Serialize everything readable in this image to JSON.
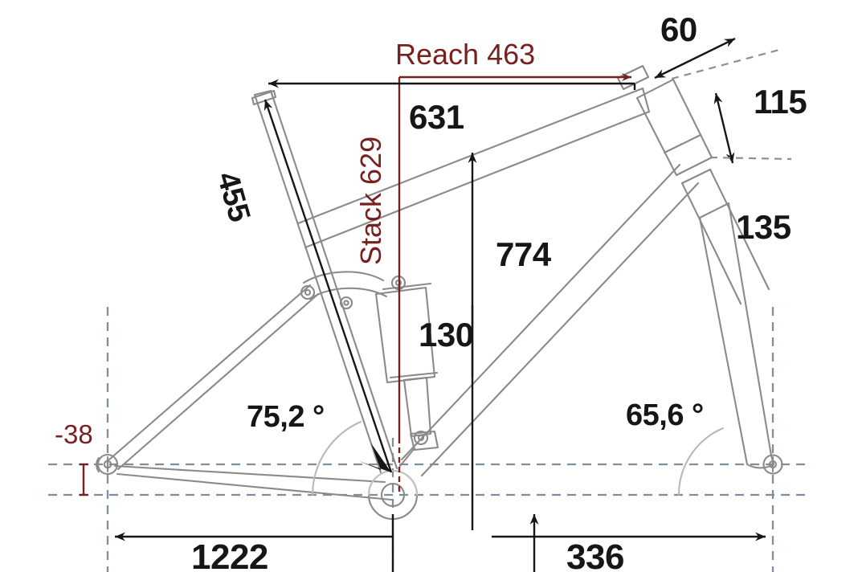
{
  "diagram": {
    "type": "bicycle-frame-geometry",
    "title": "Bike frame geometry dimension drawing",
    "units": "mm (lengths), degrees (angles)",
    "colors": {
      "frame_outline": "#8a8a8a",
      "dimension_black": "#161616",
      "dimension_red": "#78201F",
      "reference_dashed": "#7e8e9c",
      "background": "#ffffff"
    }
  },
  "labels": {
    "seat_tube_length": "455",
    "reach": "Reach 463",
    "stack": "Stack 629",
    "top_tube_horizontal": "631",
    "stem_length": "60",
    "head_tube_length": "115",
    "fork_axle_to_crown": "135",
    "standover_or_seat_height": "774",
    "bb_drop_shock_travel": "130",
    "seat_tube_angle": "75,2 °",
    "head_tube_angle": "65,6 °",
    "bb_drop_negative": "-38",
    "front_center": "1222",
    "chainstay_rear": "336"
  },
  "measurements": [
    {
      "name": "seat-tube-length",
      "value": "455",
      "color": "#161616",
      "orientation": "along-seat-tube"
    },
    {
      "name": "reach",
      "value": "Reach 463",
      "color": "#78201F",
      "orientation": "horizontal"
    },
    {
      "name": "stack",
      "value": "Stack 629",
      "color": "#78201F",
      "orientation": "vertical"
    },
    {
      "name": "effective-top-tube",
      "value": "631",
      "color": "#161616",
      "orientation": "horizontal"
    },
    {
      "name": "stem-length",
      "value": "60",
      "color": "#161616",
      "orientation": "along-stem"
    },
    {
      "name": "head-tube-length",
      "value": "115",
      "color": "#161616",
      "orientation": "along-head-tube"
    },
    {
      "name": "fork-length",
      "value": "135",
      "color": "#161616",
      "orientation": "along-fork"
    },
    {
      "name": "seat-height",
      "value": "774",
      "color": "#161616",
      "orientation": "vertical"
    },
    {
      "name": "shock-travel",
      "value": "130",
      "color": "#161616",
      "orientation": "vertical"
    },
    {
      "name": "seat-tube-angle",
      "value": "75,2 °",
      "color": "#161616",
      "orientation": "angle"
    },
    {
      "name": "head-tube-angle",
      "value": "65,6 °",
      "color": "#161616",
      "orientation": "angle"
    },
    {
      "name": "bb-drop",
      "value": "-38",
      "color": "#78201F",
      "orientation": "vertical"
    },
    {
      "name": "front-center",
      "value": "1222",
      "color": "#161616",
      "orientation": "horizontal"
    },
    {
      "name": "rear-center",
      "value": "336",
      "color": "#161616",
      "orientation": "horizontal"
    }
  ]
}
